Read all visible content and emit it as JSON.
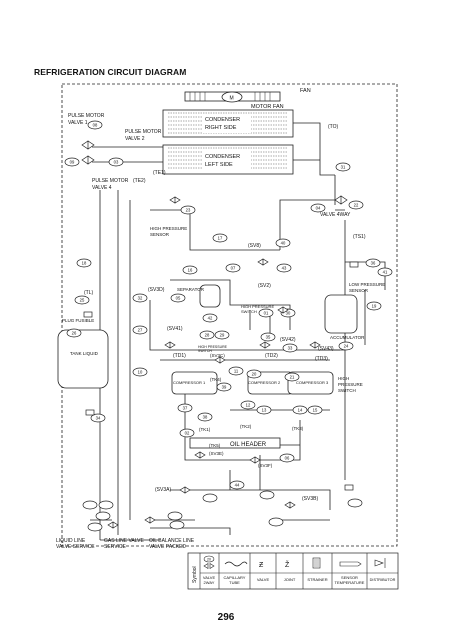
{
  "title": "REFRIGERATION CIRCUIT DIAGRAM",
  "page_number": "296",
  "labels": {
    "fan": "FAN",
    "motor_fan": "MOTOR FAN",
    "motor_symbol": "M",
    "condenser_right_1": "CONDENSER",
    "condenser_right_2": "RIGHT SIDE",
    "condenser_left_1": "CONDENSER",
    "condenser_left_2": "LEFT SIDE",
    "pulse_motor_valve1_1": "PULSE MOTOR",
    "pulse_motor_valve1_2": "VALVE 1",
    "pulse_motor_valve2_1": "PULSE MOTOR",
    "pulse_motor_valve2_2": "VALVE 2",
    "pulse_motor_valve4_1": "PULSE MOTOR",
    "pulse_motor_valve4_2": "VALVE 4",
    "te2": "(TE2)",
    "te1": "(TE1)",
    "to": "(TO)",
    "valve_4way": "VALVE 4WAY",
    "ts1": "(TS1)",
    "hp_sensor_1": "HIGH PRESSURE",
    "hp_sensor_2": "SENSOR",
    "sv8": "(SV8)",
    "sv2": "(SV2)",
    "sv3d": "(SV3D)",
    "separator": "SEPARATOR",
    "tl": "(TL)",
    "plug_fusible": "PLUG FUSIBLE",
    "tank_liquid": "TANK LIQUID",
    "hp_switch_1": "HIGH PRESSURE",
    "hp_switch_2": "SWITCH",
    "lp_sensor_1": "LOW PRESSURE",
    "lp_sensor_2": "SENSOR",
    "accumulator": "ACCUMULATOR",
    "sv41": "(SV41)",
    "sv42": "(SV42)",
    "sv43": "(SV43)",
    "td1": "(TD1)",
    "td2": "(TD2)",
    "td3": "(TD3)",
    "hp_switch_small_1": "HIGH PRESSURE",
    "hp_switch_small_2": "SWITCH",
    "sv3c": "(SV3C)",
    "compressor1": "COMPRESSOR 1",
    "compressor2": "COMPRESSOR 2",
    "compressor3": "COMPRESSOR 3",
    "tk4": "(TK4)",
    "tk1": "(TK1)",
    "tk2": "(TK2)",
    "tk3": "(TK3)",
    "tk5": "(TK5)",
    "sv3e": "(SV3E)",
    "oil_header": "OIL HEADER",
    "sv3f": "(SV3F)",
    "sv3a": "(SV3A)",
    "sv3b": "(SV3B)",
    "hp_switch_right_1": "HIGH",
    "hp_switch_right_2": "PRESSURE",
    "hp_switch_right_3": "SWITCH",
    "hp_switch_mid_1": "HIGH PRESSURE",
    "hp_switch_mid_2": "SWITCH",
    "liquid_line_1": "LIQUID LINE",
    "liquid_line_2": "VALVE SERVICE",
    "gas_line_1": "GAS LINE VALVE",
    "gas_line_2": "SERVICE",
    "oil_balance_1": "OIL BALANCE LINE",
    "oil_balance_2": "VALVE PACKED"
  },
  "parts": {
    "p8": "08",
    "p09": "09",
    "p03": "03",
    "p31": "31",
    "p23": "23",
    "p04": "04",
    "p22": "22",
    "p17": "17",
    "p40": "40",
    "p18": "18",
    "p16": "16",
    "p07": "07",
    "p43": "43",
    "p36": "36",
    "p41": "41",
    "p25": "25",
    "p32": "32",
    "p05": "05",
    "p19": "19",
    "p42": "42",
    "p01": "01",
    "p30": "30",
    "p26": "26",
    "p27": "27",
    "p28": "28",
    "p29": "29",
    "p35": "35",
    "p33": "33",
    "p24": "24",
    "p10": "10",
    "p11": "11",
    "p20": "20",
    "p21": "21",
    "p39": "39",
    "p37": "37",
    "p38": "38",
    "p12": "12",
    "p13": "13",
    "p14": "14",
    "p15": "15",
    "p02": "02",
    "p34": "34",
    "p06": "06",
    "p44": "44"
  },
  "legend": {
    "header": "Symbol",
    "items": [
      "VALVE 2WAY",
      "CAPILLARY TUBE",
      "VALVE",
      "JOINT",
      "STRAINER",
      "SENSOR TEMPERATURE",
      "DISTRIBUTOR"
    ],
    "valve2way_1": "VALVE",
    "valve2way_2": "2WAY",
    "capillary_1": "CAPILLARY",
    "capillary_2": "TUBE",
    "valve": "VALVE",
    "joint": "JOINT",
    "strainer": "STRAINER",
    "sensor_1": "SENSOR",
    "sensor_2": "TEMPERATURE",
    "distributor": "DISTRIBUTOR",
    "symbol_number": "20"
  }
}
